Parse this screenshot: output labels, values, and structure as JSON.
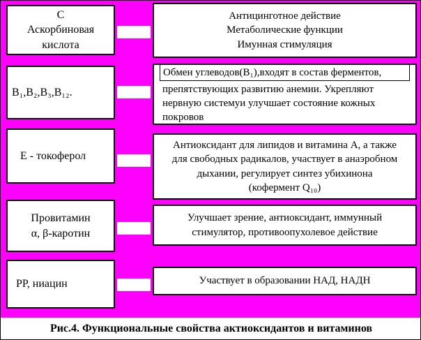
{
  "caption": "Рис.4. Функциональные свойства актиоксидантов и витаминов",
  "colors": {
    "background": "#FF00FF",
    "box_background": "#FFFFFF",
    "border": "#000000",
    "text": "#000000"
  },
  "rows": [
    {
      "left": "С\nАскорбиновая\nкислота",
      "right": "Антицинготное действие\nМетаболические функции\nИмунная стимуляция"
    },
    {
      "left": "В₁,В₂,В₃,В₁₂.",
      "right_line1": "Обмен углеводов(В₁),входят в состав ферментов,",
      "right_rest": "препятствующих развитию анемии.  Укрепляют\nнервную системуи улучшает состояние кожных\nпокровов"
    },
    {
      "left": "Е - токоферол",
      "right": "Антиоксидант для липидов и витамина А,  а также\nдля свободных радикалов, участвует в анаэробном\nдыхании, регулирует синтез убихинона\n(кофермент Q₁₀)"
    },
    {
      "left": "Провитамин\nα, β-каротин",
      "right": "Улучшает зрение, антиоксидант, иммунный\nстимулятор, противоопухолевое действие"
    },
    {
      "left": "РР, ниацин",
      "right": "Участвует в образовании НАД, НАДН"
    }
  ]
}
